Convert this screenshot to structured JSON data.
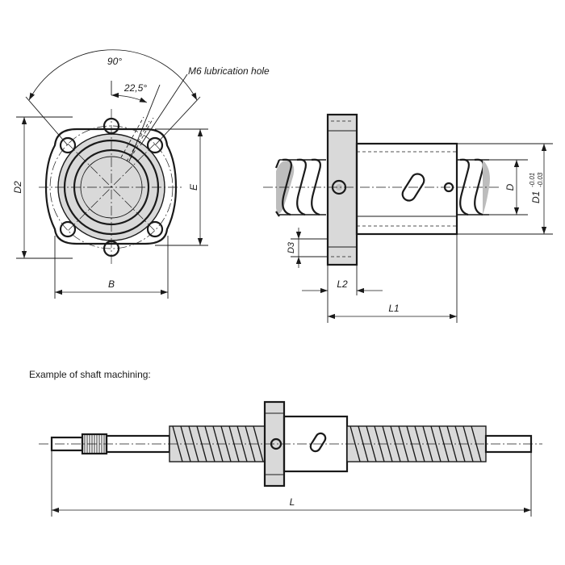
{
  "labels": {
    "angle_90": "90°",
    "angle_22_5": "22,5°",
    "lubrication_hole": "M6 lubrication hole",
    "D2": "D2",
    "E": "E",
    "B": "B",
    "D": "D",
    "D1": "D1",
    "D1_tol_upper": "-0.01",
    "D1_tol_lower": "-0.03",
    "D3": "D3",
    "L2": "L2",
    "L1": "L1",
    "L": "L",
    "caption": "Example of shaft machining:"
  }
}
